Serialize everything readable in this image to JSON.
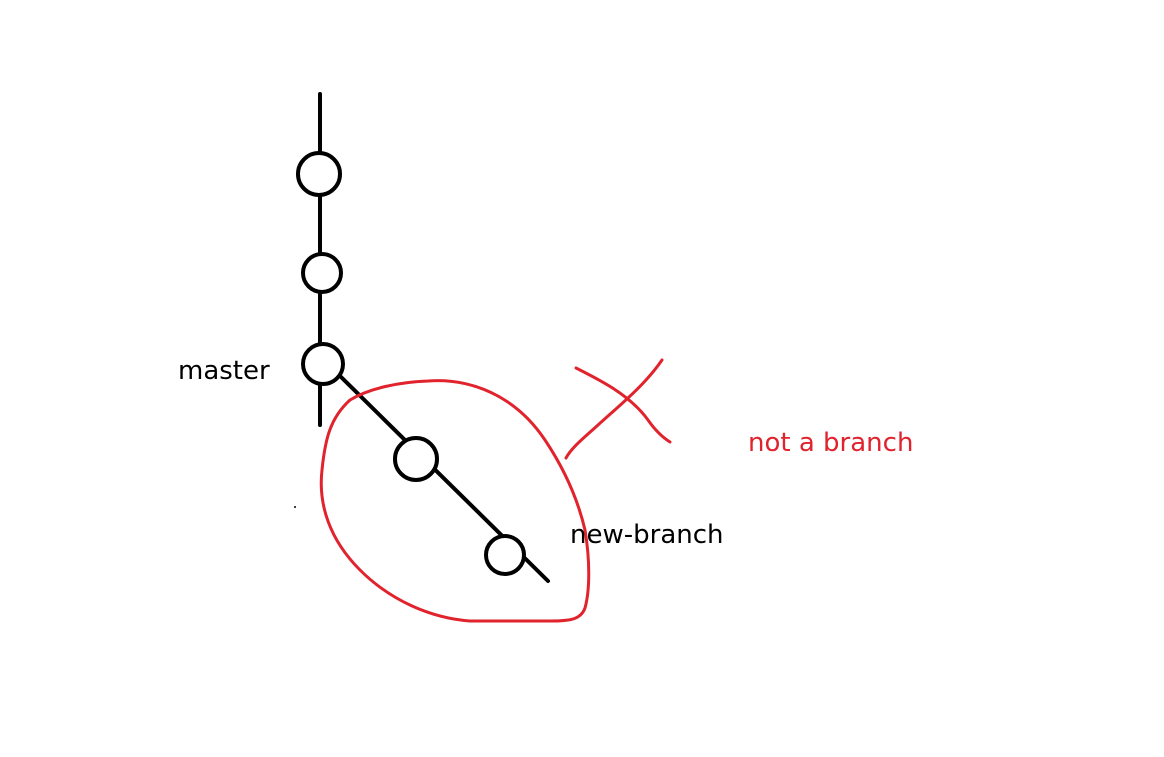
{
  "diagram": {
    "labels": {
      "master": "master",
      "new_branch": "new-branch",
      "not_a_branch": "not a branch"
    },
    "colors": {
      "ink": "#000000",
      "annotation": "#e0232d"
    }
  }
}
